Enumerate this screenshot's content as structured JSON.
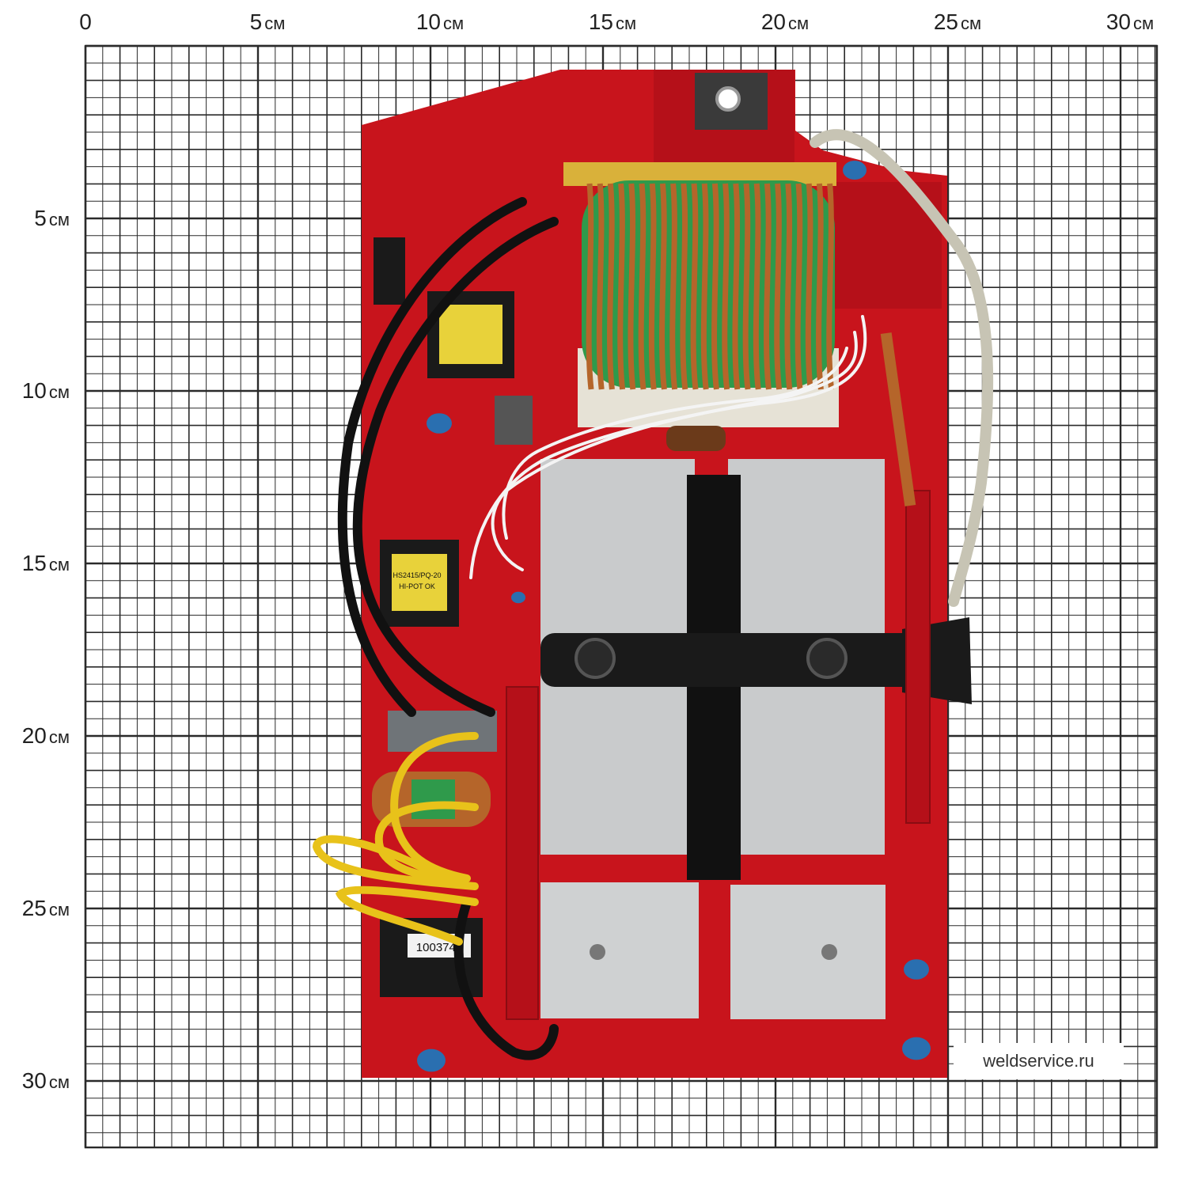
{
  "axis": {
    "unit": "см",
    "x_labels": [
      "0",
      "5",
      "10",
      "15",
      "20",
      "25",
      "30"
    ],
    "y_labels": [
      "5",
      "10",
      "15",
      "20",
      "25",
      "30"
    ]
  },
  "watermark": "weldservice.ru",
  "board": {
    "part_number": "1003743",
    "transformer_text_1": "HS2415/PQ-20",
    "transformer_text_2": "HI-POT OK"
  },
  "colors": {
    "pcb": "#c8141c",
    "grid": "#2a2a2a",
    "copper": "#b5652a",
    "toroid_core": "#2f9a4b",
    "heatsink": "#c9cbcc",
    "wire_yellow": "#e8c21a",
    "wire_black": "#111111",
    "capacitor_blue": "#2a6fb0"
  }
}
